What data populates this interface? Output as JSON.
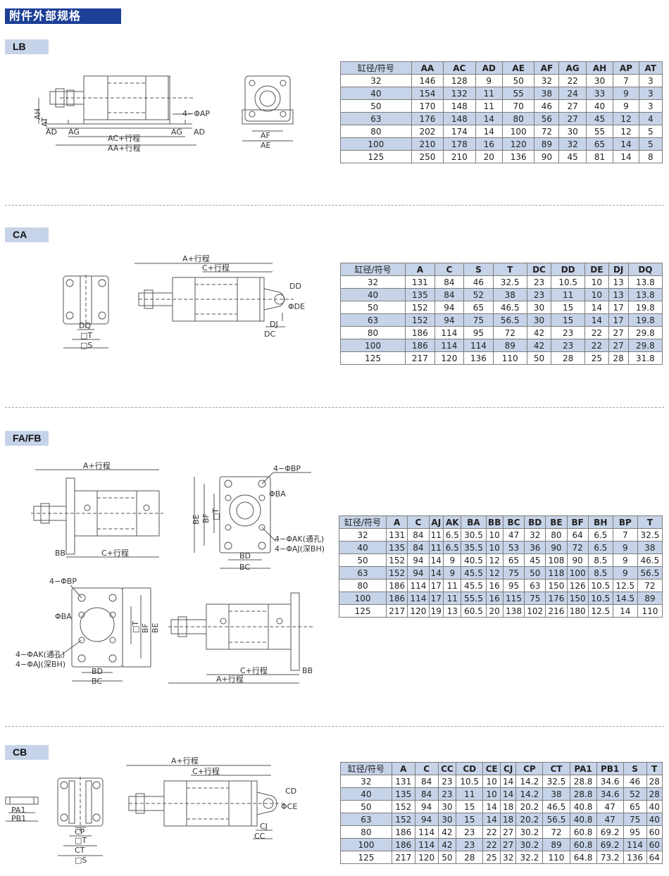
{
  "page_title": "附件外部规格",
  "sections": {
    "lb": {
      "label": "LB",
      "dims": {
        "ah": "AH",
        "at": "AT",
        "ad": "AD",
        "ag": "AG",
        "ac_stroke": "AC+行程",
        "aa_stroke": "AA+行程",
        "ap": "4−ΦAP",
        "af": "AF",
        "ae": "AE"
      },
      "headers": [
        "缸径/符号",
        "AA",
        "AC",
        "AD",
        "AE",
        "AF",
        "AG",
        "AH",
        "AP",
        "AT"
      ],
      "rows": [
        [
          "32",
          "146",
          "128",
          "9",
          "50",
          "32",
          "22",
          "30",
          "7",
          "3"
        ],
        [
          "40",
          "154",
          "132",
          "11",
          "55",
          "38",
          "24",
          "33",
          "9",
          "3"
        ],
        [
          "50",
          "170",
          "148",
          "11",
          "70",
          "46",
          "27",
          "40",
          "9",
          "3"
        ],
        [
          "63",
          "176",
          "148",
          "14",
          "80",
          "56",
          "27",
          "45",
          "12",
          "4"
        ],
        [
          "80",
          "202",
          "174",
          "14",
          "100",
          "72",
          "30",
          "55",
          "12",
          "5"
        ],
        [
          "100",
          "210",
          "178",
          "16",
          "120",
          "89",
          "32",
          "65",
          "14",
          "5"
        ],
        [
          "125",
          "250",
          "210",
          "20",
          "136",
          "90",
          "45",
          "81",
          "14",
          "8"
        ]
      ]
    },
    "ca": {
      "label": "CA",
      "dims": {
        "dq": "DQ",
        "t": "□T",
        "s": "□S",
        "a_stroke": "A+行程",
        "c_stroke": "C+行程",
        "dd": "DD",
        "de": "ΦDE",
        "dj": "DJ",
        "dc": "DC"
      },
      "headers": [
        "缸径/符号",
        "A",
        "C",
        "S",
        "T",
        "DC",
        "DD",
        "DE",
        "DJ",
        "DQ"
      ],
      "rows": [
        [
          "32",
          "131",
          "84",
          "46",
          "32.5",
          "23",
          "10.5",
          "10",
          "13",
          "13.8"
        ],
        [
          "40",
          "135",
          "84",
          "52",
          "38",
          "23",
          "11",
          "10",
          "13",
          "13.8"
        ],
        [
          "50",
          "152",
          "94",
          "65",
          "46.5",
          "30",
          "15",
          "14",
          "17",
          "19.8"
        ],
        [
          "63",
          "152",
          "94",
          "75",
          "56.5",
          "30",
          "15",
          "14",
          "17",
          "19.8"
        ],
        [
          "80",
          "186",
          "114",
          "95",
          "72",
          "42",
          "23",
          "22",
          "27",
          "29.8"
        ],
        [
          "100",
          "186",
          "114",
          "114",
          "89",
          "42",
          "23",
          "22",
          "27",
          "29.8"
        ],
        [
          "125",
          "217",
          "120",
          "136",
          "110",
          "50",
          "28",
          "25",
          "28",
          "31.8"
        ]
      ]
    },
    "fafb": {
      "label": "FA/FB",
      "dims": {
        "a_stroke": "A+行程",
        "c_stroke": "C+行程",
        "bb": "BB",
        "bp": "4−ΦBP",
        "ba": "ΦBA",
        "be": "BE",
        "bf": "BF",
        "t": "□T",
        "ak": "4−ΦAK(通孔)",
        "aj": "4−ΦAJ(深BH)",
        "bd": "BD",
        "bc": "BC"
      },
      "headers": [
        "缸径/符号",
        "A",
        "C",
        "AJ",
        "AK",
        "BA",
        "BB",
        "BC",
        "BD",
        "BE",
        "BF",
        "BH",
        "BP",
        "T"
      ],
      "rows": [
        [
          "32",
          "131",
          "84",
          "11",
          "6.5",
          "30.5",
          "10",
          "47",
          "32",
          "80",
          "64",
          "6.5",
          "7",
          "32.5"
        ],
        [
          "40",
          "135",
          "84",
          "11",
          "6.5",
          "35.5",
          "10",
          "53",
          "36",
          "90",
          "72",
          "6.5",
          "9",
          "38"
        ],
        [
          "50",
          "152",
          "94",
          "14",
          "9",
          "40.5",
          "12",
          "65",
          "45",
          "108",
          "90",
          "8.5",
          "9",
          "46.5"
        ],
        [
          "63",
          "152",
          "94",
          "14",
          "9",
          "45.5",
          "12",
          "75",
          "50",
          "118",
          "100",
          "8.5",
          "9",
          "56.5"
        ],
        [
          "80",
          "186",
          "114",
          "17",
          "11",
          "45.5",
          "16",
          "95",
          "63",
          "150",
          "126",
          "10.5",
          "12.5",
          "72"
        ],
        [
          "100",
          "186",
          "114",
          "17",
          "11",
          "55.5",
          "16",
          "115",
          "75",
          "176",
          "150",
          "10.5",
          "14.5",
          "89"
        ],
        [
          "125",
          "217",
          "120",
          "19",
          "13",
          "60.5",
          "20",
          "138",
          "102",
          "216",
          "180",
          "12.5",
          "14",
          "110"
        ]
      ]
    },
    "cb": {
      "label": "CB",
      "dims": {
        "pa1": "PA1",
        "pb1": "PB1",
        "cp": "CP",
        "t": "□T",
        "ct": "CT",
        "s": "□S",
        "a_stroke": "A+行程",
        "c_stroke": "C+行程",
        "cd": "CD",
        "ce": "ΦCE",
        "cj": "CJ",
        "cc": "CC"
      },
      "headers": [
        "缸径/符号",
        "A",
        "C",
        "CC",
        "CD",
        "CE",
        "CJ",
        "CP",
        "CT",
        "PA1",
        "PB1",
        "S",
        "T"
      ],
      "rows": [
        [
          "32",
          "131",
          "84",
          "23",
          "10.5",
          "10",
          "14",
          "14.2",
          "32.5",
          "28.8",
          "34.6",
          "46",
          "28"
        ],
        [
          "40",
          "135",
          "84",
          "23",
          "11",
          "10",
          "14",
          "14.2",
          "38",
          "28.8",
          "34.6",
          "52",
          "28"
        ],
        [
          "50",
          "152",
          "94",
          "30",
          "15",
          "14",
          "18",
          "20.2",
          "46.5",
          "40.8",
          "47",
          "65",
          "40"
        ],
        [
          "63",
          "152",
          "94",
          "30",
          "15",
          "14",
          "18",
          "20.2",
          "56.5",
          "40.8",
          "47",
          "75",
          "40"
        ],
        [
          "80",
          "186",
          "114",
          "42",
          "23",
          "22",
          "27",
          "30.2",
          "72",
          "60.8",
          "69.2",
          "95",
          "60"
        ],
        [
          "100",
          "186",
          "114",
          "42",
          "23",
          "22",
          "27",
          "30.2",
          "89",
          "60.8",
          "69.2",
          "114",
          "60"
        ],
        [
          "125",
          "217",
          "120",
          "50",
          "28",
          "25",
          "32",
          "32.2",
          "110",
          "64.8",
          "73.2",
          "136",
          "64"
        ]
      ]
    }
  }
}
